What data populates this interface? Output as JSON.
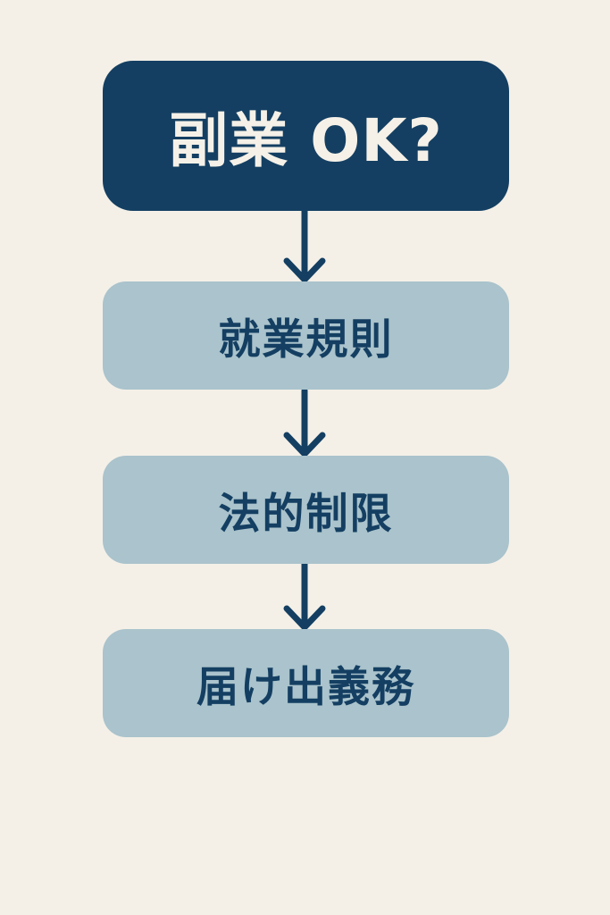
{
  "title": "副業 OK?",
  "steps": [
    {
      "label": "就業規則"
    },
    {
      "label": "法的制限"
    },
    {
      "label": "届け出義務"
    }
  ],
  "colors": {
    "background": "#f4f0e8",
    "title_fill": "#143f62",
    "title_text": "#f5f1e8",
    "step_fill": "#aac3cc",
    "step_text": "#143f62",
    "arrow": "#143f62"
  }
}
